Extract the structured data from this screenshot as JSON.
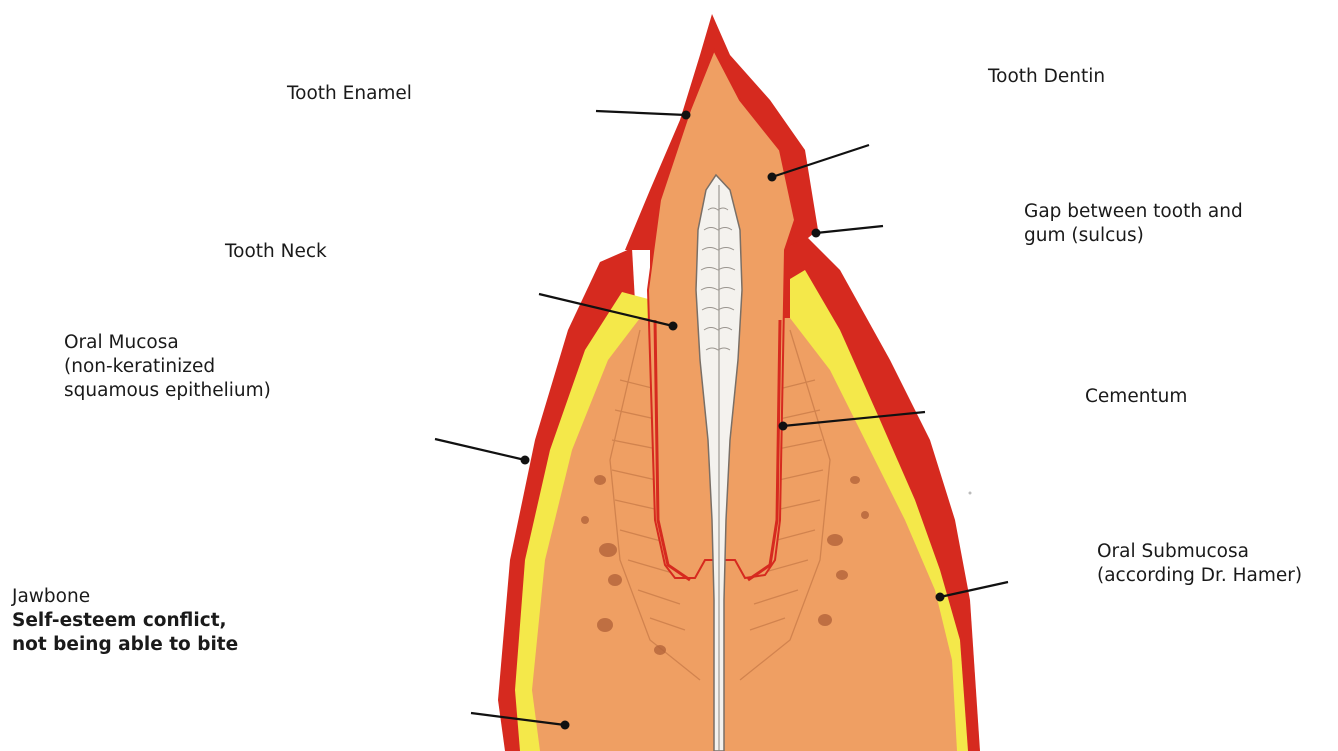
{
  "labels": {
    "tooth_enamel": "Tooth Enamel",
    "tooth_dentin": "Tooth Dentin",
    "sulcus_line1": "Gap between tooth and",
    "sulcus_line2": "gum (sulcus)",
    "tooth_neck": "Tooth Neck",
    "oral_mucosa_line1": "Oral Mucosa",
    "oral_mucosa_line2": "(non-keratinized",
    "oral_mucosa_line3": "squamous epithelium)",
    "cementum": "Cementum",
    "oral_submucosa_line1": "Oral Submucosa",
    "oral_submucosa_line2": "(according Dr. Hamer)",
    "jawbone": "Jawbone",
    "jawbone_conflict_line1": "Self-esteem conflict,",
    "jawbone_conflict_line2": "not being able to bite"
  },
  "colors": {
    "enamel_red": "#d62a1f",
    "dentin_orange": "#ef9f63",
    "submucosa_yellow": "#f4e84a",
    "pulp_white": "#f4f2ee",
    "line_black": "#111111"
  }
}
